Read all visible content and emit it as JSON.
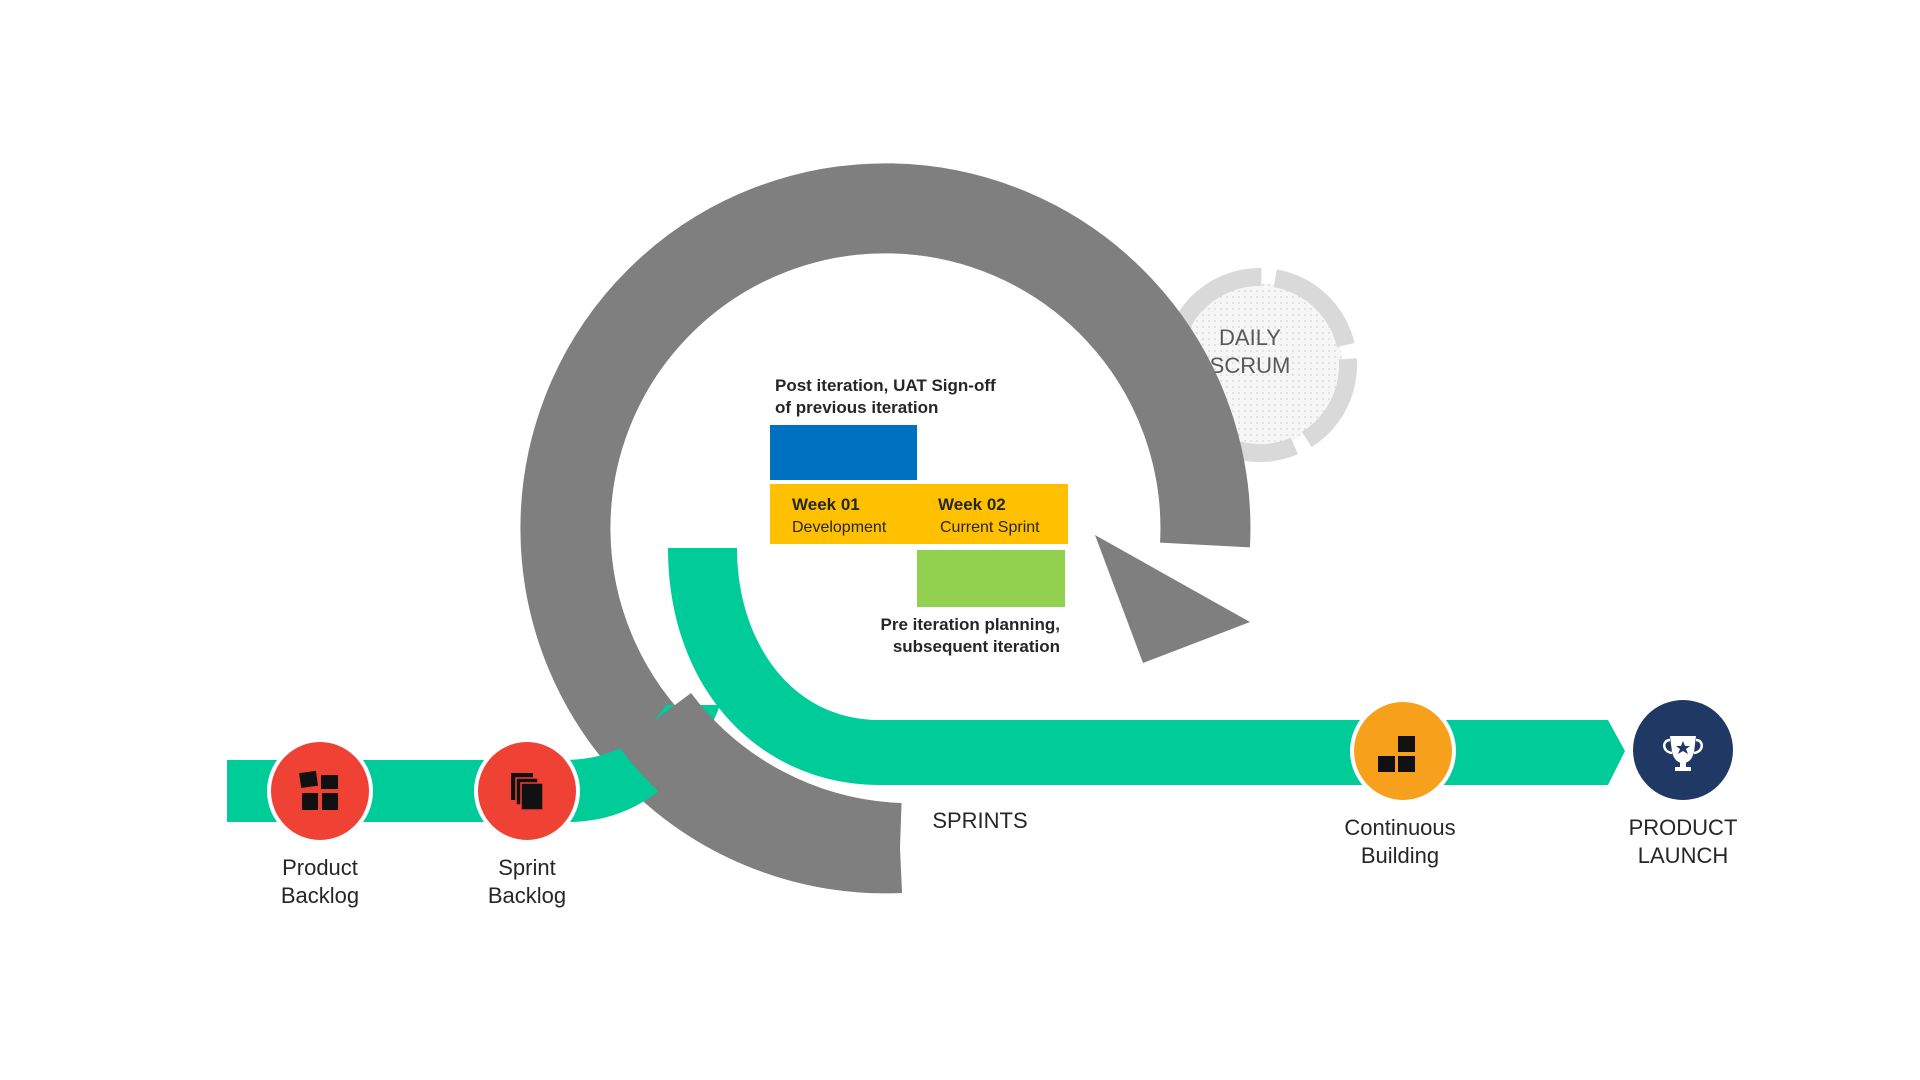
{
  "colors": {
    "track": "#00CC99",
    "cycle": "#7F7F7F",
    "scrum": "#D9D9D9",
    "backlog_node": "#EF4134",
    "building_node": "#F7A01C",
    "launch_node": "#1F3864",
    "block_blue": "#0070C0",
    "block_yellow": "#FFC000",
    "block_green": "#92D050",
    "text_dark": "#262626",
    "text_grey": "#595959"
  },
  "nodes": {
    "product_backlog": {
      "label_line1": "Product",
      "label_line2": "Backlog",
      "icon": "windows-blocks-icon"
    },
    "sprint_backlog": {
      "label_line1": "Sprint",
      "label_line2": "Backlog",
      "icon": "stacked-pages-icon"
    },
    "continuous_building": {
      "label_line1": "Continuous",
      "label_line2": "Building",
      "icon": "stacked-blocks-icon"
    },
    "product_launch": {
      "label_line1": "PRODUCT",
      "label_line2": "LAUNCH",
      "icon": "trophy-icon"
    }
  },
  "sprints_label": "SPRINTS",
  "daily_scrum": {
    "line1": "DAILY",
    "line2": "SCRUM"
  },
  "iteration": {
    "post_line1": "Post iteration, UAT Sign-off",
    "post_line2": "of previous iteration",
    "week1_title": "Week 01",
    "week1_sub": "Development",
    "week2_title": "Week 02",
    "week2_sub": "Current Sprint",
    "pre_line1": "Pre iteration planning,",
    "pre_line2": "subsequent iteration"
  }
}
